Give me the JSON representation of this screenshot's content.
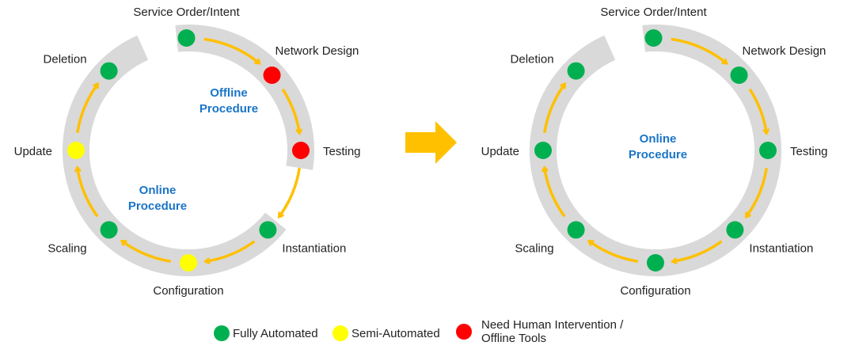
{
  "colors": {
    "fully_automated": "#00b050",
    "semi_automated": "#ffff00",
    "human_intervention": "#ff0000",
    "ring": "#d9d9d9",
    "arrow": "#ffc000",
    "procedure_text": "#1a75c8"
  },
  "left_cycle": {
    "procedures": [
      {
        "line1": "Offline",
        "line2": "Procedure"
      },
      {
        "line1": "Online",
        "line2": "Procedure"
      }
    ],
    "stages": [
      {
        "label": "Service Order/Intent",
        "status": "fully_automated"
      },
      {
        "label": "Network Design",
        "status": "human_intervention"
      },
      {
        "label": "Testing",
        "status": "human_intervention"
      },
      {
        "label": "Instantiation",
        "status": "fully_automated"
      },
      {
        "label": "Configuration",
        "status": "semi_automated"
      },
      {
        "label": "Scaling",
        "status": "fully_automated"
      },
      {
        "label": "Update",
        "status": "semi_automated"
      },
      {
        "label": "Deletion",
        "status": "fully_automated"
      }
    ]
  },
  "right_cycle": {
    "procedures": [
      {
        "line1": "Online",
        "line2": "Procedure"
      }
    ],
    "stages": [
      {
        "label": "Service Order/Intent",
        "status": "fully_automated"
      },
      {
        "label": "Network Design",
        "status": "fully_automated"
      },
      {
        "label": "Testing",
        "status": "fully_automated"
      },
      {
        "label": "Instantiation",
        "status": "fully_automated"
      },
      {
        "label": "Configuration",
        "status": "fully_automated"
      },
      {
        "label": "Scaling",
        "status": "fully_automated"
      },
      {
        "label": "Update",
        "status": "fully_automated"
      },
      {
        "label": "Deletion",
        "status": "fully_automated"
      }
    ]
  },
  "transition_arrow": "right-arrow",
  "legend": {
    "items": [
      {
        "status": "fully_automated",
        "label1": "Fully Automated",
        "label2": ""
      },
      {
        "status": "semi_automated",
        "label1": "Semi-Automated",
        "label2": ""
      },
      {
        "status": "human_intervention",
        "label1": "Need Human Intervention  /",
        "label2": "Offline Tools"
      }
    ]
  }
}
